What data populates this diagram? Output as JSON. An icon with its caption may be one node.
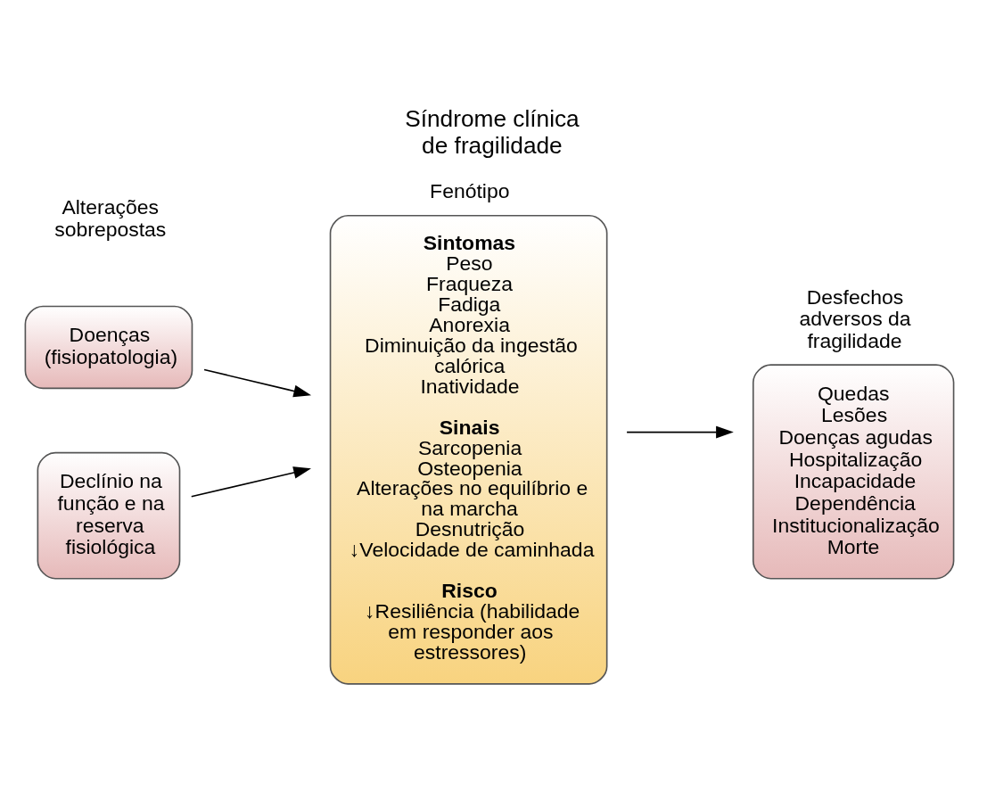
{
  "diagram": {
    "title": "Síndrome clínica de fragilidade",
    "nodes": [
      {
        "text": [
          "Doenças (fisiopatologia)"
        ]
      },
      {
        "text": [
          "Declínio na função e na reserva fisiológica"
        ]
      },
      {
        "text": [
          "Fenótipo",
          "Sintomas",
          "Peso",
          "Fraqueza",
          "Fadiga",
          "Anorexia",
          "Diminuição da ingestão calórica",
          "Inatividade",
          "Sinais",
          "Sarcopenia",
          "Osteopenia",
          "Alterações no equilíbrio e na marcha",
          "Desnutrição",
          "↓Velocidade de caminhada",
          "Risco",
          "↓Resiliência (habilidade em responder aos estressores)"
        ]
      },
      {
        "text": [
          "Desfechos adversos da fragilidade",
          "Quedas",
          "Lesões",
          "Doenças agudas",
          "Hospitalização",
          "Incapacidade",
          "Dependência",
          "Institucionalização",
          "Morte"
        ]
      }
    ],
    "edges": [
      {
        "from": 0,
        "to": 2,
        "arrow": "to"
      },
      {
        "from": 1,
        "to": 2,
        "arrow": "to"
      },
      {
        "from": 2,
        "to": 3,
        "arrow": "to"
      }
    ],
    "labels": [
      "Alterações sobrepostas"
    ]
  }
}
